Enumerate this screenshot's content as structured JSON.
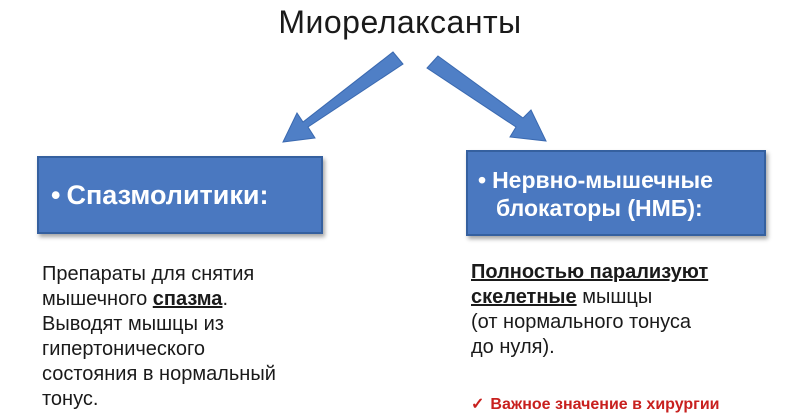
{
  "title": "Миорелаксанты",
  "left": {
    "box_bullet": "•",
    "box_label": "Спазмолитики:",
    "desc": {
      "line1": "Препараты для снятия",
      "line2_pre": "мышечного ",
      "line2_bold": "спазма",
      "line2_post": ".",
      "line3": "Выводят мышцы из",
      "line4": "гипертонического",
      "line5": "состояния в нормальный",
      "line6": "тонус."
    }
  },
  "right": {
    "box_bullet": "•",
    "box_line1": "Нервно-мышечные",
    "box_line2": "блокаторы (НМБ):",
    "desc": {
      "line1_bold": "Полностью парализуют",
      "line2_bold": "скелетные",
      "line2_post": " мышцы",
      "line3": "(от нормального тонуса",
      "line4": "до нуля)."
    },
    "note_icon": "checkmark-icon",
    "note_check": "✓",
    "note_text": "Важное значение в хирургии"
  },
  "colors": {
    "box_fill": "#4a78c0",
    "arrow_fill": "#4f7fc6",
    "note_text": "#c8201e"
  }
}
